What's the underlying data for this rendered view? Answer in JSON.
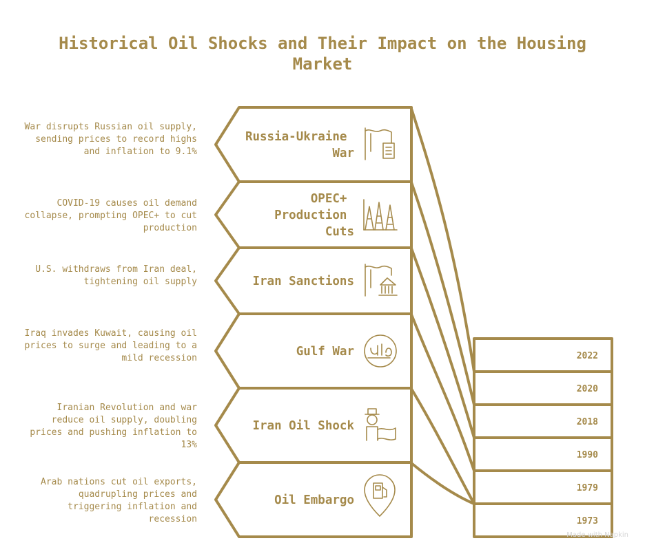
{
  "title": "Historical Oil Shocks and Their Impact on the Housing Market",
  "events": [
    {
      "label_lines": [
        "Russia-Ukraine",
        "War"
      ],
      "description": "War disrupts Russian oil supply, sending prices to record highs and inflation to 9.1%",
      "year": "2022",
      "icon": "flag-document-icon"
    },
    {
      "label_lines": [
        "OPEC+",
        "Production",
        "Cuts"
      ],
      "description": "COVID-19 causes oil demand collapse, prompting OPEC+ to cut production",
      "year": "2020",
      "icon": "oil-rigs-icon"
    },
    {
      "label_lines": [
        "Iran Sanctions"
      ],
      "description": "U.S. withdraws from Iran deal, tightening oil supply",
      "year": "2018",
      "icon": "flag-bank-icon"
    },
    {
      "label_lines": [
        "Gulf War"
      ],
      "description": "Iraq invades Kuwait, causing oil prices to surge and leading to a mild recession",
      "year": "1990",
      "icon": "arabic-emblem-icon"
    },
    {
      "label_lines": [
        "Iran Oil Shock"
      ],
      "description": "Iranian Revolution and war reduce oil supply, doubling prices and pushing inflation to 13%",
      "year": "1979",
      "icon": "person-flag-icon"
    },
    {
      "label_lines": [
        "Oil Embargo"
      ],
      "description": "Arab nations cut oil exports, quadrupling prices and triggering inflation and recession",
      "year": "1973",
      "icon": "fuel-pump-pin-icon"
    }
  ],
  "watermark": "Made with Napkin",
  "colors": {
    "accent": "#a58a4b",
    "background": "#ffffff"
  }
}
